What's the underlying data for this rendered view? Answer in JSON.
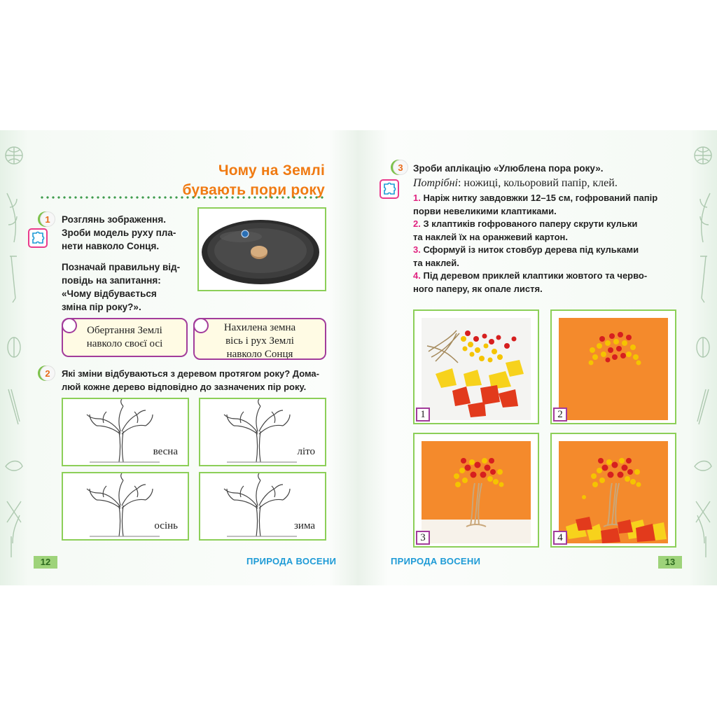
{
  "left": {
    "title_line1": "Чому на Землі",
    "title_line2": "бувають пори року",
    "task1": {
      "number": "1",
      "lines": [
        "Розглянь зображення.",
        "Зроби модель руху пла-",
        "нети навколо Сонця."
      ],
      "question_lines": [
        "Позначай правильну від-",
        "повідь на запитання:",
        "«Чому відбувається",
        "зміна пір року?»."
      ],
      "answers": [
        {
          "lines": [
            "Обертання Землі",
            "навколо своєї осі"
          ]
        },
        {
          "lines": [
            "Нахилена земна",
            "вісь і рух Землі",
            "навколо Сонця"
          ]
        }
      ]
    },
    "task2": {
      "number": "2",
      "lines": [
        "Які зміни відбуваються з деревом протягом року? Дома-",
        "люй кожне дерево відповідно до зазначених пір року."
      ],
      "seasons": [
        "весна",
        "літо",
        "осінь",
        "зима"
      ]
    },
    "page_number": "12",
    "footer": "ПРИРОДА ВОСЕНИ"
  },
  "right": {
    "task3": {
      "number": "3",
      "title": "Зроби аплікацію «Улюблена пора року».",
      "needed_label": "Потрібні",
      "needed_items": ": ножиці, кольоровий папір, клей.",
      "steps": [
        {
          "num": "1.",
          "lines": [
            "Наріж нитку завдовжки 12–15 см, гофрований папір",
            "порви невеликими клаптиками."
          ]
        },
        {
          "num": "2.",
          "lines": [
            "З клаптиків гофрованого паперу скрути кульки",
            "та наклей їх на оранжевий картон."
          ]
        },
        {
          "num": "3.",
          "lines": [
            "Сформуй із ниток стовбур дерева під кульками",
            "та наклей."
          ]
        },
        {
          "num": "4.",
          "lines": [
            "Під деревом приклей клаптики жовтого та черво-",
            "ного паперу, як опале листя."
          ]
        }
      ],
      "photo_numbers": [
        "1",
        "2",
        "3",
        "4"
      ]
    },
    "page_number": "13",
    "footer": "ПРИРОДА ВОСЕНИ"
  },
  "colors": {
    "title_orange": "#f07a12",
    "frame_green": "#8ccf58",
    "answer_purple": "#a23c9b",
    "step_pink": "#e0237f",
    "footer_blue": "#1d9ad6"
  },
  "icons": [
    "puzzle-icon",
    "globe-icon",
    "pencil-icon",
    "leaf-icon"
  ]
}
